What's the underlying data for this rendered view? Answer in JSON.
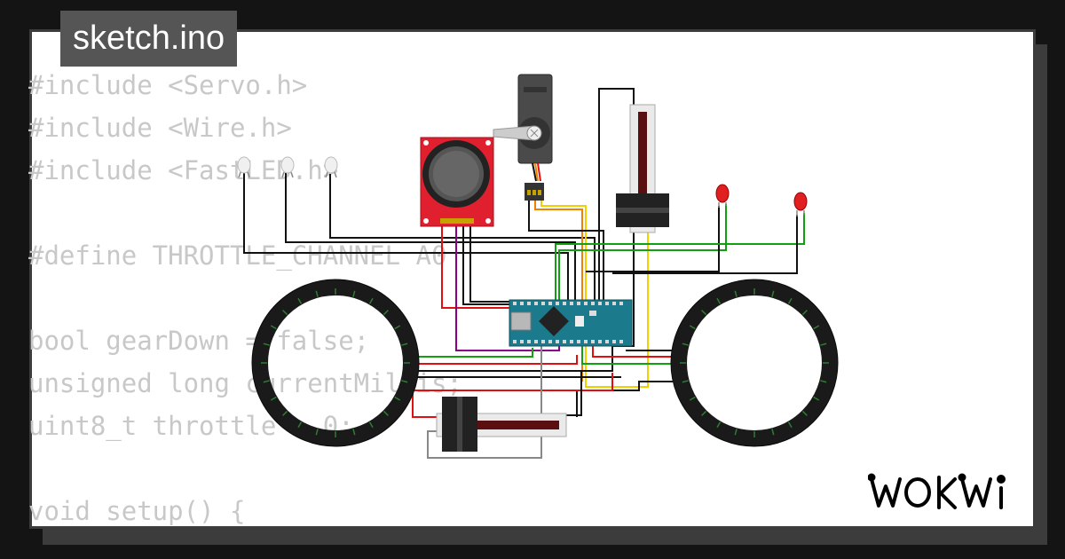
{
  "header": {
    "file_name": "sketch.ino"
  },
  "code_lines": [
    "#include <Servo.h>",
    "#include <Wire.h>",
    "#include <FastLED.h>",
    "",
    "#define THROTTLE_CHANNEL A0",
    "",
    "bool gearDown = false;",
    "unsigned long currentMillis;",
    "uint8_t throttle = 0;",
    "",
    "void setup() {"
  ],
  "brand": {
    "logo_text": "WOKWI"
  },
  "colors": {
    "background": "#141414",
    "tab": "#555555",
    "code_text": "#c8c8c8",
    "wire_black": "#111111",
    "wire_red": "#e01010",
    "wire_green": "#10a010",
    "wire_yellow": "#f0d000",
    "wire_purple": "#8a008a",
    "wire_gray": "#888888",
    "joystick_board": "#e0202e",
    "arduino_board": "#1b7a8c",
    "ring_dark": "#1a1a1a",
    "led_red": "#e02020"
  },
  "components": [
    {
      "id": "white-led-1",
      "icon": "white-led-icon"
    },
    {
      "id": "white-led-2",
      "icon": "white-led-icon"
    },
    {
      "id": "white-led-3",
      "icon": "white-led-icon"
    },
    {
      "id": "joystick",
      "icon": "joystick-icon"
    },
    {
      "id": "servo",
      "icon": "servo-icon"
    },
    {
      "id": "slide-pot-vertical",
      "icon": "slide-potentiometer-icon"
    },
    {
      "id": "slide-pot-horizontal",
      "icon": "slide-potentiometer-icon"
    },
    {
      "id": "red-led-1",
      "icon": "red-led-icon"
    },
    {
      "id": "red-led-2",
      "icon": "red-led-icon"
    },
    {
      "id": "arduino-nano",
      "icon": "arduino-nano-icon"
    },
    {
      "id": "neopixel-ring-left",
      "icon": "led-ring-icon"
    },
    {
      "id": "neopixel-ring-right",
      "icon": "led-ring-icon"
    }
  ]
}
